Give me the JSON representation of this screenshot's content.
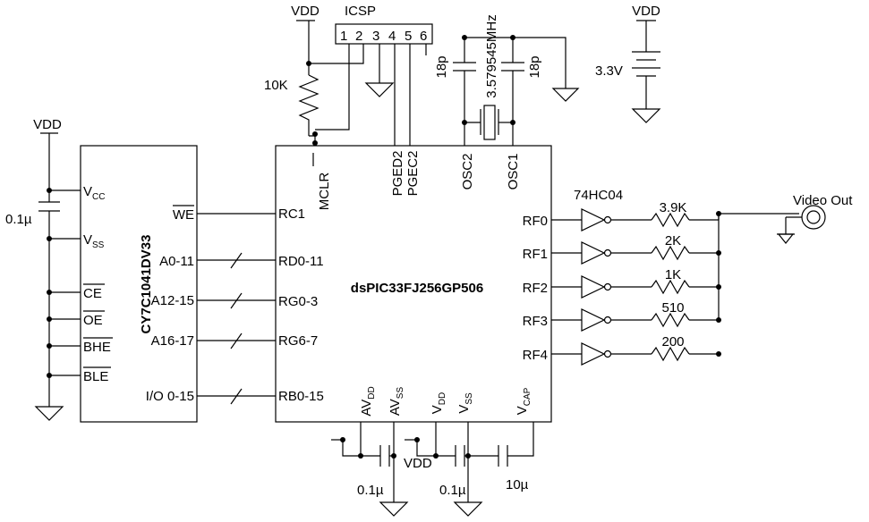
{
  "power": {
    "vdd": "VDD",
    "v33": "3.3V"
  },
  "icsp": {
    "title": "ICSP",
    "pins": [
      "1",
      "2",
      "3",
      "4",
      "5",
      "6"
    ]
  },
  "components": {
    "r_mclr": "10K",
    "c_ram": "0.1µ",
    "c_osc_left": "18p",
    "c_osc_right": "18p",
    "crystal": "3.579545MHz",
    "c_bottom_1": "0.1µ",
    "c_bottom_2": "0.1µ",
    "c_bottom_3": "10µ",
    "vdd_bottom": "VDD"
  },
  "ram": {
    "part": "CY7C1041DV33",
    "left_pins": [
      {
        "name": "V",
        "sub": "CC"
      },
      {
        "name": "V",
        "sub": "SS"
      },
      {
        "name": "CE"
      },
      {
        "name": "OE"
      },
      {
        "name": "BHE"
      },
      {
        "name": "BLE"
      }
    ],
    "right_pins": [
      "WE",
      "A0-11",
      "A12-15",
      "A16-17",
      "I/O 0-15"
    ]
  },
  "mcu": {
    "part": "dsPIC33FJ256GP506",
    "top_pins": [
      "MCLR",
      "PGED2",
      "PGEC2",
      "OSC2",
      "OSC1"
    ],
    "left_pins": [
      "RC1",
      "RD0-11",
      "RG0-3",
      "RG6-7",
      "RB0-15"
    ],
    "right_pins": [
      "RF0",
      "RF1",
      "RF2",
      "RF3",
      "RF4"
    ],
    "bottom_pins": [
      {
        "name": "AV",
        "sub": "DD"
      },
      {
        "name": "AV",
        "sub": "SS"
      },
      {
        "name": "V",
        "sub": "DD"
      },
      {
        "name": "V",
        "sub": "SS"
      },
      {
        "name": "V",
        "sub": "CAP"
      }
    ]
  },
  "buffer": {
    "part": "74HC04",
    "resistors": [
      "3.9K",
      "2K",
      "1K",
      "510",
      "200"
    ]
  },
  "output": {
    "label": "Video Out"
  }
}
